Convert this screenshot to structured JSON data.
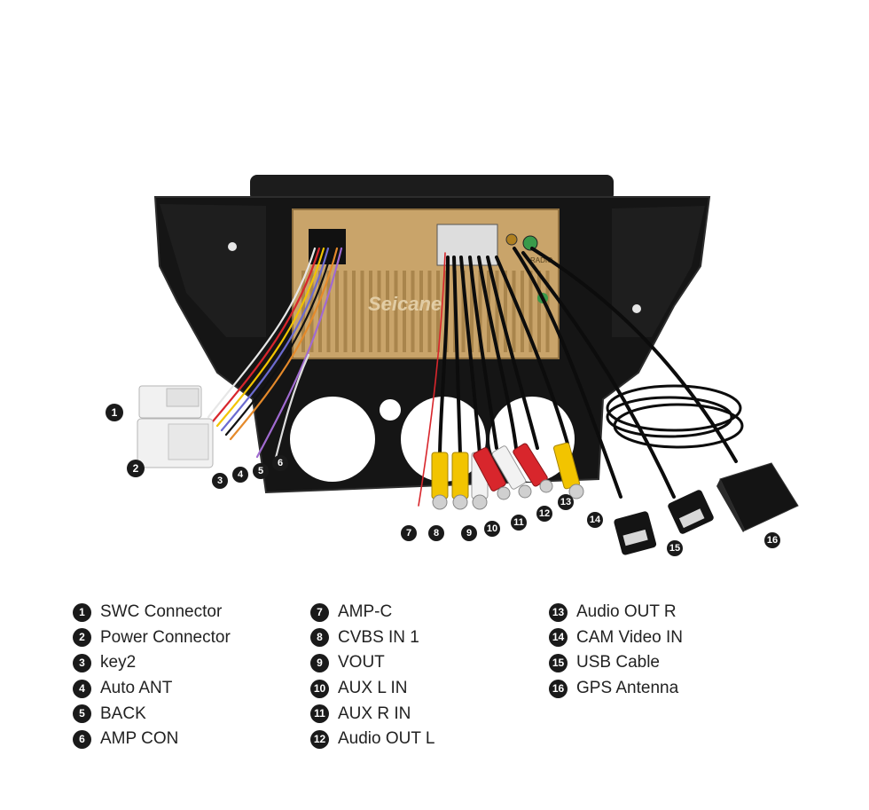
{
  "diagram": {
    "watermark": "Seicane",
    "radio_label": "RADIO",
    "markers": [
      "1",
      "2",
      "3",
      "4",
      "5",
      "6",
      "7",
      "8",
      "9",
      "10",
      "11",
      "12",
      "13",
      "14",
      "15",
      "16"
    ]
  },
  "legend": {
    "columns": [
      [
        {
          "num": "1",
          "label": "SWC Connector"
        },
        {
          "num": "2",
          "label": "Power Connector"
        },
        {
          "num": "3",
          "label": "key2"
        },
        {
          "num": "4",
          "label": "Auto ANT"
        },
        {
          "num": "5",
          "label": "BACK"
        },
        {
          "num": "6",
          "label": "AMP CON"
        }
      ],
      [
        {
          "num": "7",
          "label": "AMP-C"
        },
        {
          "num": "8",
          "label": "CVBS IN 1"
        },
        {
          "num": "9",
          "label": "VOUT"
        },
        {
          "num": "10",
          "label": "AUX L IN"
        },
        {
          "num": "11",
          "label": "AUX R IN"
        },
        {
          "num": "12",
          "label": "Audio OUT L"
        }
      ],
      [
        {
          "num": "13",
          "label": "Audio OUT R"
        },
        {
          "num": "14",
          "label": "CAM Video IN"
        },
        {
          "num": "15",
          "label": "USB Cable"
        },
        {
          "num": "16",
          "label": "GPS Antenna"
        }
      ]
    ]
  },
  "colors": {
    "panel": "#151515",
    "chassis": "#c9a46a",
    "rca_yellow": "#f2c400",
    "rca_white": "#f2f2f2",
    "rca_red": "#d8262c"
  }
}
